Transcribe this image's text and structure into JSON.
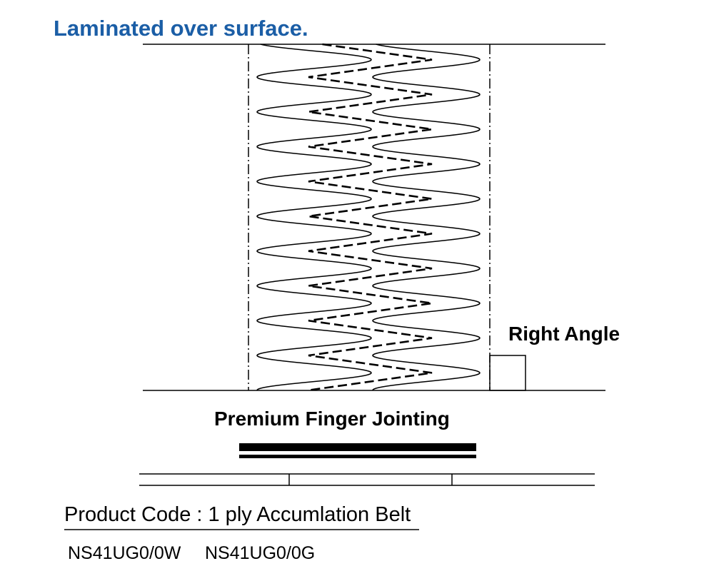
{
  "title": "Laminated over surface.",
  "labels": {
    "right_angle": "Right Angle",
    "joint": "Premium Finger Jointing"
  },
  "product": {
    "heading": "Product Code : 1 ply Accumlation Belt",
    "codes": [
      "NS41UG0/0W",
      "NS41UG0/0G"
    ]
  },
  "colors": {
    "title": "#1b5ea6",
    "line": "#000000"
  }
}
